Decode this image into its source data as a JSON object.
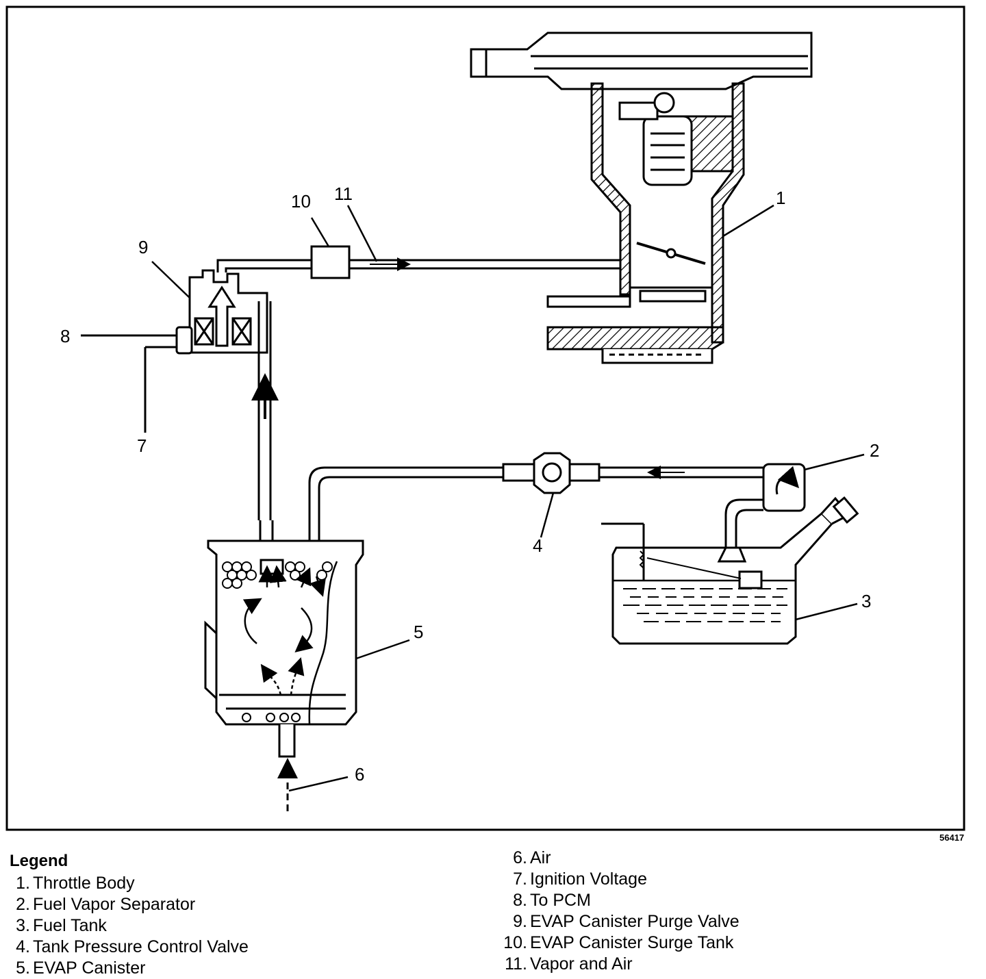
{
  "figure_id": "56417",
  "callouts": [
    "1",
    "2",
    "3",
    "4",
    "5",
    "6",
    "7",
    "8",
    "9",
    "10",
    "11"
  ],
  "legend": {
    "title": "Legend",
    "items": [
      {
        "num": "1.",
        "label": "Throttle Body"
      },
      {
        "num": "2.",
        "label": "Fuel Vapor Separator"
      },
      {
        "num": "3.",
        "label": "Fuel Tank"
      },
      {
        "num": "4.",
        "label": "Tank Pressure Control Valve"
      },
      {
        "num": "5.",
        "label": "EVAP Canister"
      },
      {
        "num": "6.",
        "label": "Air"
      },
      {
        "num": "7.",
        "label": "Ignition Voltage"
      },
      {
        "num": "8.",
        "label": "To PCM"
      },
      {
        "num": "9.",
        "label": "EVAP Canister Purge Valve"
      },
      {
        "num": "10.",
        "label": "EVAP Canister Surge Tank"
      },
      {
        "num": "11.",
        "label": "Vapor and Air"
      }
    ]
  }
}
